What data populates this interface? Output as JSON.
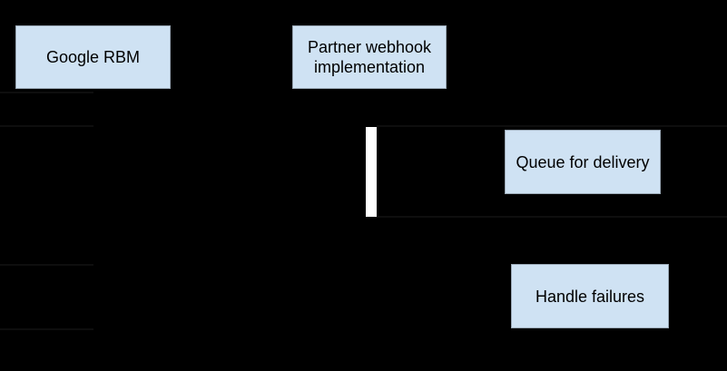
{
  "diagram": {
    "type": "sequence-diagram-fragment",
    "background_color": "#000000",
    "box_fill_color": "#cfe2f3",
    "box_text_color": "#000000",
    "activation_bar_color": "#ffffff",
    "faint_arrow_color": "#0e0e0e",
    "boxes": [
      {
        "id": "google-rbm",
        "label": "Google RBM"
      },
      {
        "id": "partner-webhook-implementation",
        "label": "Partner webhook implementation"
      },
      {
        "id": "queue-for-delivery",
        "label": "Queue for delivery"
      },
      {
        "id": "handle-failures",
        "label": "Handle failures"
      }
    ]
  }
}
